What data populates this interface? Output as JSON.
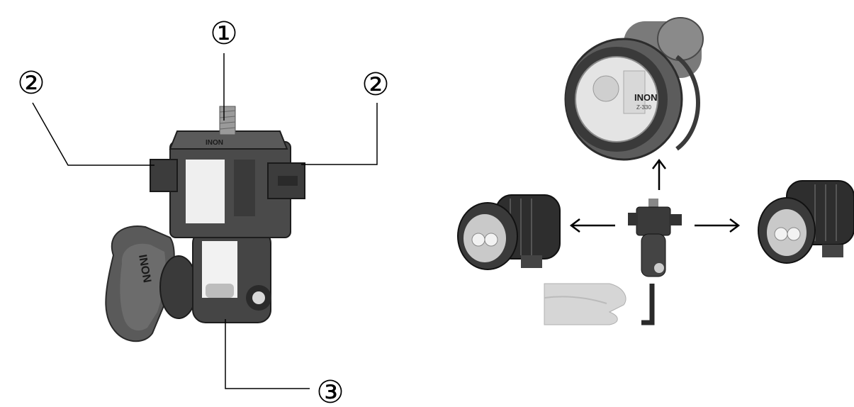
{
  "callouts": {
    "one": "①",
    "two_left": "②",
    "two_right": "②",
    "three": "③"
  },
  "icons": [
    "mount-adapter",
    "strobe",
    "video-light",
    "arrow-up",
    "arrow-left",
    "arrow-right",
    "hand-grip"
  ],
  "colors": {
    "line": "#000000",
    "mount_body": "#3c3c3c",
    "mount_dark": "#222222",
    "strobe_body": "#6f6f6f"
  }
}
